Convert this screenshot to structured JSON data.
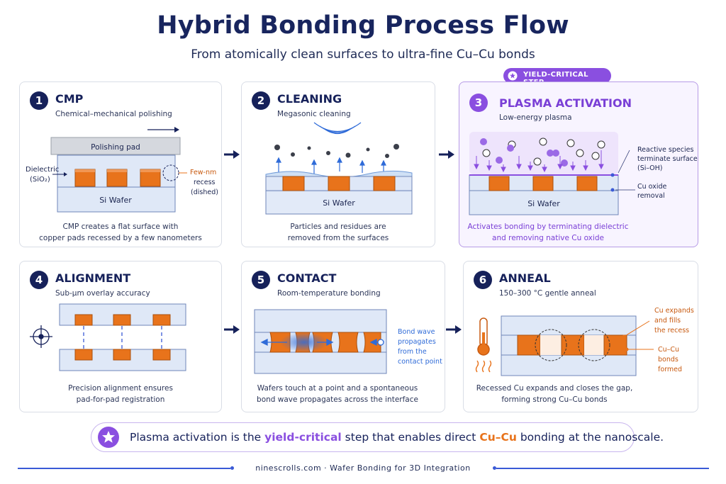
{
  "header": {
    "title": "Hybrid Bonding Process Flow",
    "subtitle": "From atomically clean surfaces to ultra-fine Cu–Cu bonds"
  },
  "badge": {
    "label": "YIELD-CRITICAL STEP",
    "icon": "star-icon"
  },
  "colors": {
    "navy": "#16215a",
    "purple": "#8a4fe0",
    "copper": "#e8731b",
    "wafer": "#dfe8f7",
    "accent_blue": "#3a5ad6"
  },
  "steps": [
    {
      "number": "1",
      "title": "CMP",
      "subtitle": "Chemical–mechanical polishing",
      "description": "CMP creates a flat surface with\ncopper pads recessed by a few nanometers",
      "labels": {
        "pad": "Polishing pad",
        "wafer": "Si Wafer",
        "dielectric": "Dielectric",
        "dielectric_formula": "(SiO₂)",
        "recess": "Few-nm\nrecess\n(dished)"
      }
    },
    {
      "number": "2",
      "title": "CLEANING",
      "subtitle": "Megasonic cleaning",
      "description": "Particles and residues are\nremoved from the surfaces",
      "labels": {
        "wafer": "Si Wafer"
      }
    },
    {
      "number": "3",
      "title": "PLASMA ACTIVATION",
      "subtitle": "Low-energy plasma",
      "description": "Activates bonding by terminating dielectric\nand removing native Cu oxide",
      "labels": {
        "wafer": "Si Wafer",
        "reactive": "Reactive species\nterminate surface\n(Si–OH)",
        "oxide": "Cu oxide\nremoval"
      }
    },
    {
      "number": "4",
      "title": "ALIGNMENT",
      "subtitle": "Sub-μm overlay accuracy",
      "description": "Precision alignment ensures\npad-for-pad registration",
      "labels": {}
    },
    {
      "number": "5",
      "title": "CONTACT",
      "subtitle": "Room-temperature bonding",
      "description": "Wafers touch at a point and a spontaneous\nbond wave propagates across the interface",
      "labels": {
        "wave": "Bond wave\npropagates\nfrom the\ncontact point"
      }
    },
    {
      "number": "6",
      "title": "ANNEAL",
      "subtitle": "150–300 °C gentle anneal",
      "description": "Recessed Cu expands and closes the gap,\nforming strong Cu–Cu bonds",
      "labels": {
        "expand": "Cu expands\nand fills\nthe recess",
        "bonds": "Cu–Cu\nbonds\nformed"
      }
    }
  ],
  "banner": {
    "before": "Plasma activation is the ",
    "highlight1": "yield-critical",
    "middle": " step that enables direct ",
    "highlight2": "Cu–Cu",
    "after": " bonding at the nanoscale."
  },
  "footer": {
    "text": "ninescrolls.com  ·  Wafer Bonding for 3D Integration"
  }
}
